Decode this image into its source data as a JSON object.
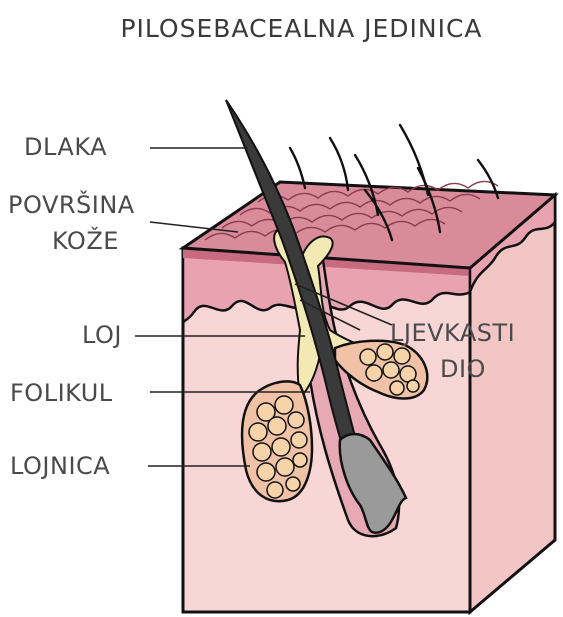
{
  "title": "PILOSEBACEALNA JEDINICA",
  "labels": {
    "hair": "DLAKA",
    "skin_surface_1": "POVRŠINA",
    "skin_surface_2": "KOŽE",
    "sebum": "LOJ",
    "follicle": "FOLIKUL",
    "sebaceous_gland": "LOJNICA",
    "infundibulum_1": "LJEVKASTI",
    "infundibulum_2": "DIO"
  },
  "colors": {
    "skin_top": "#d98b9a",
    "skin_front": "#f8d6d6",
    "skin_side": "#f3c6c6",
    "epidermis_band": "#c86a80",
    "hair": "#3a3a3a",
    "hair_bulb": "#9a9a9a",
    "sebum": "#f3eab3",
    "gland_cell": "#f6d3a8",
    "outline": "#111111"
  }
}
